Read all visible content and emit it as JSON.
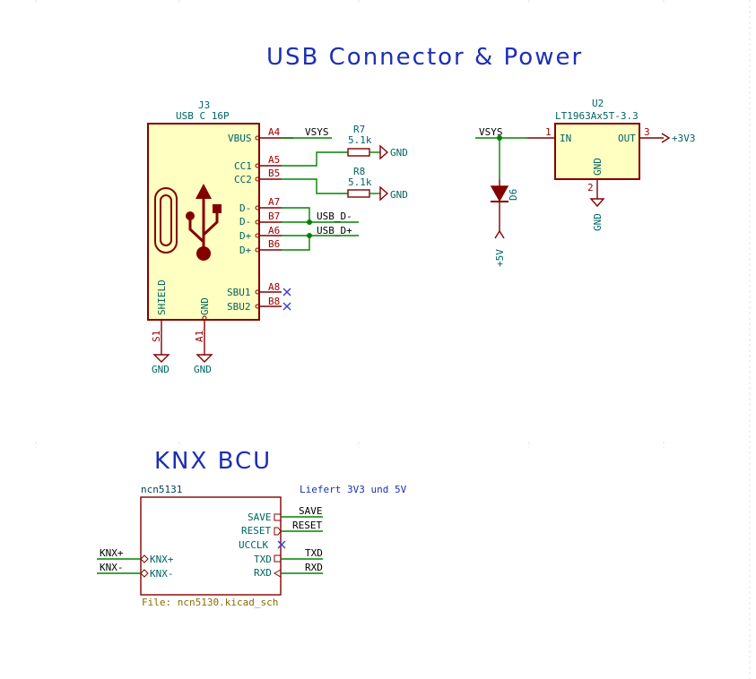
{
  "titles": {
    "usb_section": "USB Connector & Power",
    "knx_section": "KNX BCU"
  },
  "j3": {
    "ref": "J3",
    "value": "USB C 16P",
    "pins_left_labels": {
      "vbus": "VBUS",
      "cc1": "CC1",
      "cc2": "CC2",
      "dminus1": "D-",
      "dminus2": "D-",
      "dplus1": "D+",
      "dplus2": "D+",
      "sbu1": "SBU1",
      "sbu2": "SBU2",
      "shield": "SHIELD",
      "gnd": "GND"
    },
    "pin_numbers": {
      "a4": "A4",
      "a5": "A5",
      "b5": "B5",
      "a7": "A7",
      "b7": "B7",
      "a6": "A6",
      "b6": "B6",
      "a8": "A8",
      "b8": "B8",
      "s1": "S1",
      "a1": "A1"
    },
    "ground_labels": [
      "GND",
      "GND"
    ]
  },
  "nets": {
    "vsys_j3": "VSYS",
    "vsys_u2": "VSYS",
    "usb_d_minus": "USB_D-",
    "usb_d_plus": "USB_D+",
    "save": "SAVE",
    "reset": "RESET",
    "txd": "TXD",
    "rxd": "RXD",
    "knx_plus": "KNX+",
    "knx_minus": "KNX-"
  },
  "r7": {
    "ref": "R7",
    "value": "5.1k",
    "gnd": "GND"
  },
  "r8": {
    "ref": "R8",
    "value": "5.1k",
    "gnd": "GND"
  },
  "u2": {
    "ref": "U2",
    "value": "LT1963Ax5T-3.3",
    "pin_in": "IN",
    "pin_out": "OUT",
    "pin_gnd": "GND",
    "pin1": "1",
    "pin2": "2",
    "pin3": "3",
    "out_power": "+3V3",
    "gnd_label": "GND"
  },
  "d6": {
    "ref": "D6",
    "power": "+5V"
  },
  "sheet": {
    "name": "ncn5131",
    "file": "File: ncn5130.kicad_sch",
    "note": "Liefert 3V3 und 5V",
    "pins_right": [
      "SAVE",
      "RESET",
      "UCCLK",
      "TXD",
      "RXD"
    ],
    "pins_left": [
      "KNX+",
      "KNX-"
    ]
  }
}
